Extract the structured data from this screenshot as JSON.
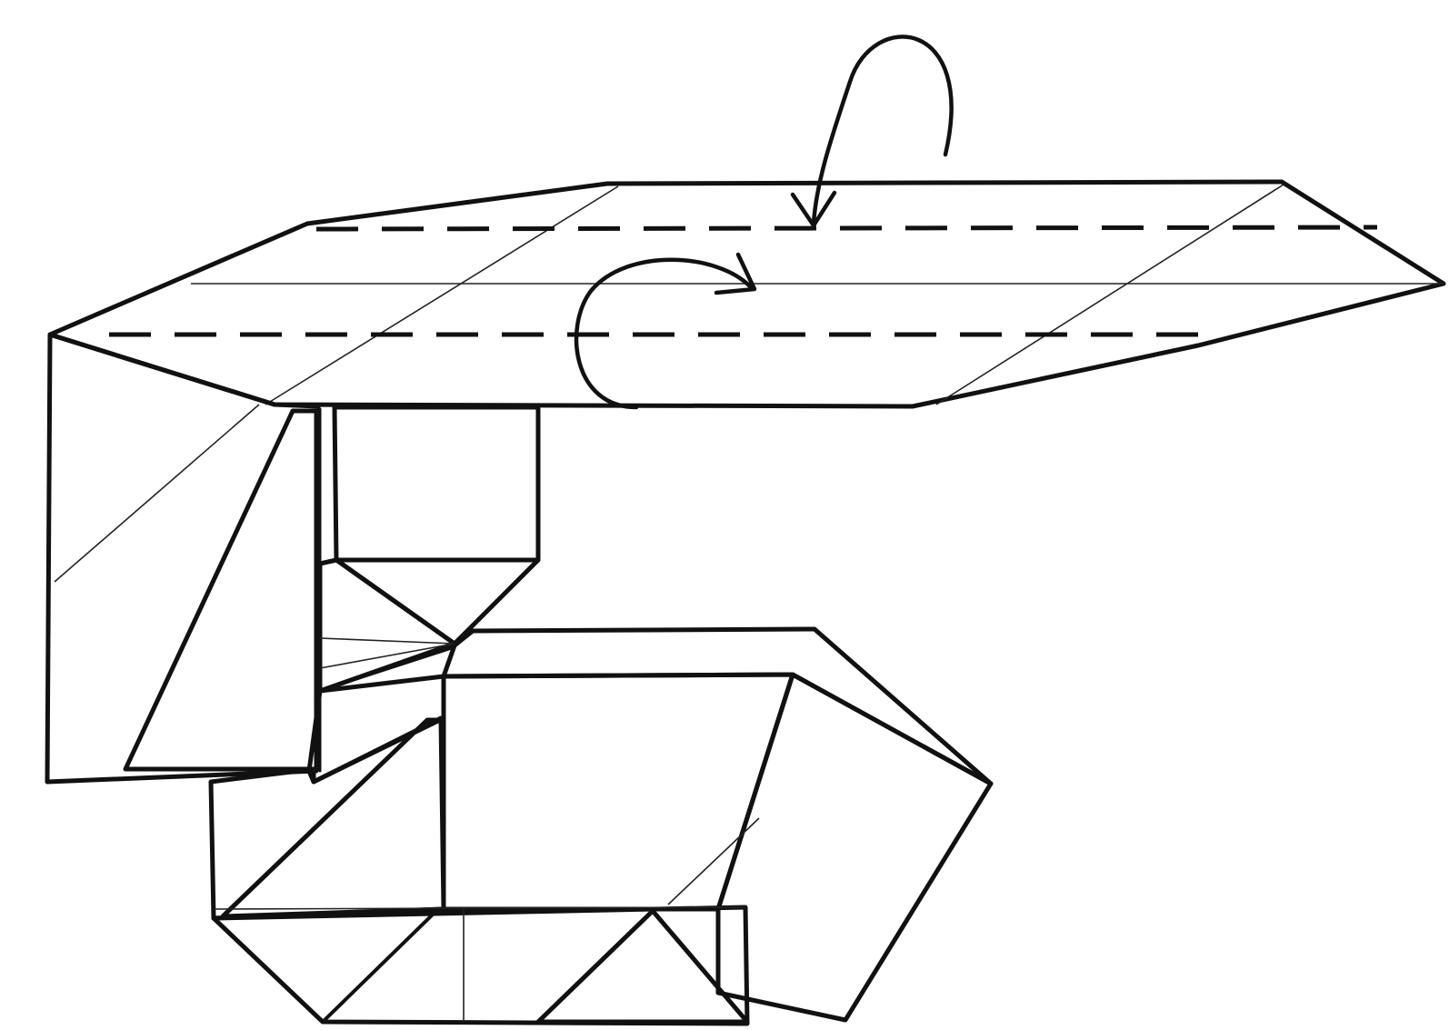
{
  "diagram": {
    "kind": "origami-folding-step",
    "colors": {
      "line": "#111111",
      "paper_front": "#ffffff",
      "paper_back": "#e6e6e6",
      "background": "#ffffff"
    },
    "icons": [
      "valley-fold-line",
      "fold-over-arrow",
      "fold-behind-arrow"
    ]
  }
}
